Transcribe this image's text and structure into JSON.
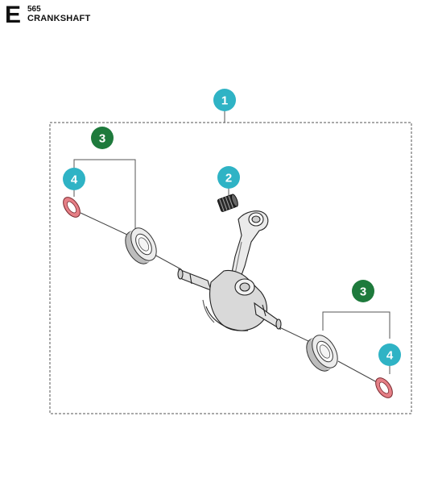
{
  "header": {
    "section_letter": "E",
    "model": "565",
    "title": "CRANKSHAFT"
  },
  "callouts": [
    {
      "id": "c1",
      "label": "1",
      "color": "#2fb3c5"
    },
    {
      "id": "c2",
      "label": "2",
      "color": "#2fb3c5"
    },
    {
      "id": "c3a",
      "label": "3",
      "color": "#1e7a3c"
    },
    {
      "id": "c4a",
      "label": "4",
      "color": "#2fb3c5"
    },
    {
      "id": "c3b",
      "label": "3",
      "color": "#1e7a3c"
    },
    {
      "id": "c4b",
      "label": "4",
      "color": "#2fb3c5"
    }
  ],
  "colors": {
    "seal": "#e57f86",
    "seal_dark": "#c9444f",
    "bearing": "#e6e6e6",
    "line": "#333333"
  }
}
